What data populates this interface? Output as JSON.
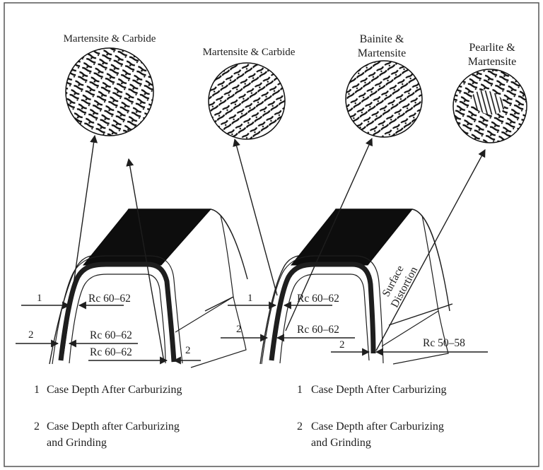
{
  "micrographs": [
    {
      "label_lines": [
        "Martensite & Carbide"
      ]
    },
    {
      "label_lines": [
        "Martensite & Carbide"
      ]
    },
    {
      "label_lines": [
        "Bainite &",
        "Martensite"
      ]
    },
    {
      "label_lines": [
        "Pearlite &",
        "Martensite"
      ]
    }
  ],
  "left_tooth": {
    "hardness_labels": [
      "Rc 60–62",
      "Rc 60–62",
      "Rc 60–62"
    ],
    "depth_markers": [
      "1",
      "2",
      "2"
    ]
  },
  "right_tooth": {
    "hardness_labels": [
      "Rc 60–62",
      "Rc 60–62",
      "Rc 50–58"
    ],
    "depth_markers": [
      "1",
      "2",
      "2"
    ],
    "distortion_label_lines": [
      "Surface",
      "Distortion"
    ]
  },
  "legend_left": [
    {
      "num": "1",
      "lines": [
        "Case Depth After Carburizing"
      ]
    },
    {
      "num": "2",
      "lines": [
        "Case Depth after Carburizing",
        "and Grinding"
      ]
    }
  ],
  "legend_right": [
    {
      "num": "1",
      "lines": [
        "Case Depth After Carburizing"
      ]
    },
    {
      "num": "2",
      "lines": [
        "Case Depth after Carburizing",
        "and Grinding"
      ]
    }
  ],
  "colors": {
    "ink": "#1e1e1e",
    "background": "#ffffff",
    "frame": "#555555"
  }
}
